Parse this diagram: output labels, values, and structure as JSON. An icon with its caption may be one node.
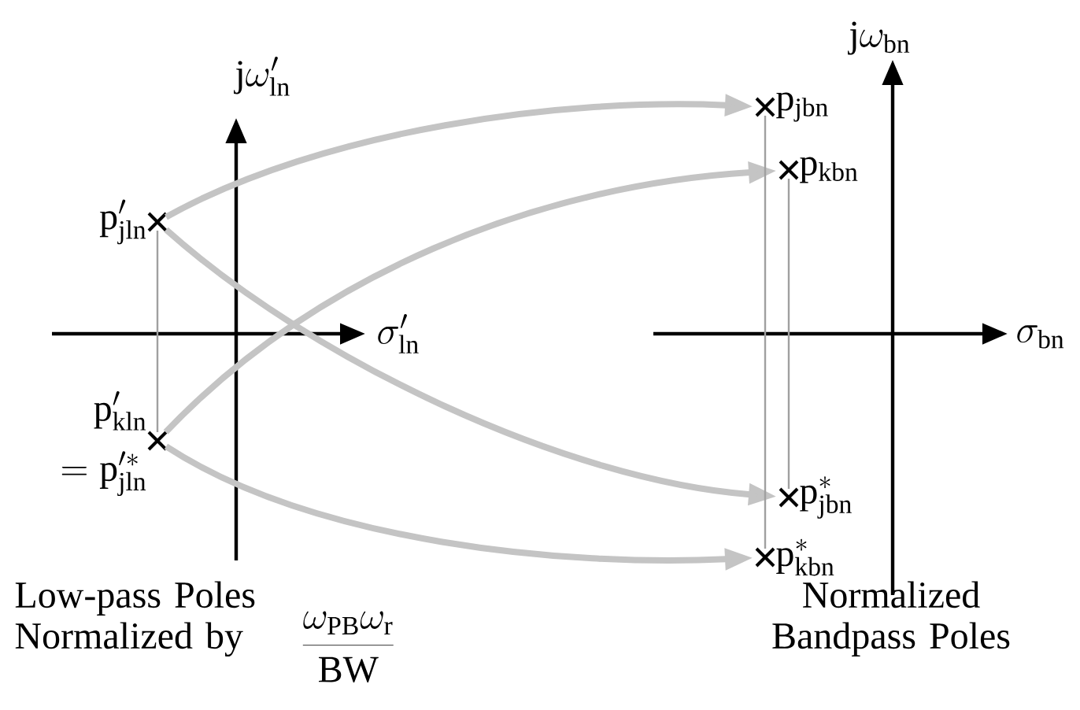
{
  "diagram": {
    "nodes": [
      {
        "text": [
          "\\mathrm{p}'_{\\mathrm{jln}}"
        ]
      },
      {
        "text": [
          "\\mathrm{p}'_{\\mathrm{kln}}",
          "= \\mathrm{p}'^{*}_{\\mathrm{jln}}"
        ]
      },
      {
        "text": [
          "\\mathrm{p}_{\\mathrm{jbn}}"
        ]
      },
      {
        "text": [
          "\\mathrm{p}_{\\mathrm{kbn}}"
        ]
      },
      {
        "text": [
          "\\mathrm{p}^{*}_{\\mathrm{jbn}}"
        ]
      },
      {
        "text": [
          "\\mathrm{p}^{*}_{\\mathrm{kbn}}"
        ]
      }
    ],
    "edges": [
      {
        "from": 0,
        "to": 2,
        "arrow": "to"
      },
      {
        "from": 0,
        "to": 4,
        "arrow": "to"
      },
      {
        "from": 1,
        "to": 3,
        "arrow": "to"
      },
      {
        "from": 1,
        "to": 5,
        "arrow": "to"
      },
      {
        "from": 0,
        "to": 1,
        "arrow": "none",
        "color": "#a0a0a0"
      },
      {
        "from": 2,
        "to": 5,
        "arrow": "none",
        "color": "#a0a0a0"
      },
      {
        "from": 3,
        "to": 4,
        "arrow": "none",
        "color": "#a0a0a0"
      }
    ],
    "labels": [
      "\\mathrm{j}\\omega'_{\\mathrm{ln}}",
      "\\sigma'_{\\mathrm{ln}}",
      "\\mathrm{j}\\omega_{\\mathrm{bn}}",
      "\\sigma_{\\mathrm{bn}}",
      "Low-pass Poles Normalized by",
      "\\frac{\\omega_{\\mathrm{PB}}\\omega_{\\mathrm{r}}}{\\mathrm{BW}}",
      "Normalized Bandpass Poles"
    ]
  }
}
